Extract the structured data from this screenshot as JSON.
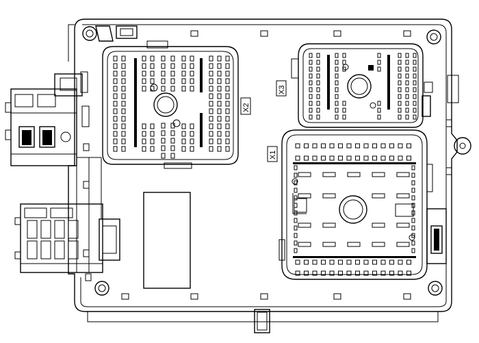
{
  "diagram": {
    "connectors": {
      "x1": {
        "label": "X1"
      },
      "x2": {
        "label": "X2"
      },
      "x3": {
        "label": "X3"
      }
    }
  }
}
